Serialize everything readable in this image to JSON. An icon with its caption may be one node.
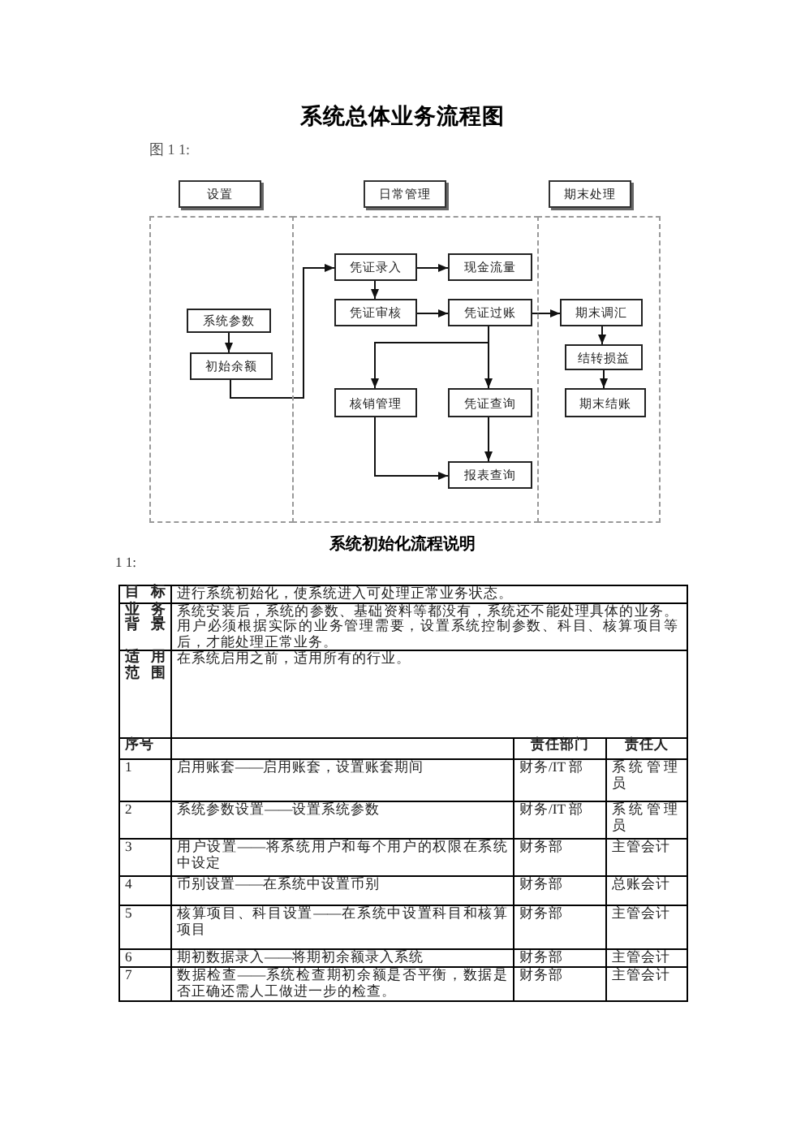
{
  "diagram": {
    "title": "系统总体业务流程图",
    "nodes": [
      {
        "text": [
          "设置"
        ]
      },
      {
        "text": [
          "日常管理"
        ]
      },
      {
        "text": [
          "期末处理"
        ]
      },
      {
        "text": [],
        "shape": "box"
      },
      {
        "text": [
          "系统参数"
        ],
        "in": 3
      },
      {
        "text": [
          "初始余额"
        ],
        "in": 3
      },
      {
        "text": [],
        "shape": "box"
      },
      {
        "text": [
          "凭证录入"
        ],
        "in": 6
      },
      {
        "text": [
          "现金流量"
        ],
        "in": 6
      },
      {
        "text": [
          "凭证审核"
        ],
        "in": 6
      },
      {
        "text": [
          "凭证过账"
        ],
        "in": 6
      },
      {
        "text": [
          "核销管理"
        ],
        "in": 6
      },
      {
        "text": [
          "凭证查询"
        ],
        "in": 6
      },
      {
        "text": [
          "报表查询"
        ],
        "in": 6
      },
      {
        "text": [],
        "shape": "box"
      },
      {
        "text": [
          "期末调汇"
        ],
        "in": 14
      },
      {
        "text": [
          "结转损益"
        ],
        "in": 14
      },
      {
        "text": [
          "期末结账"
        ],
        "in": 14
      }
    ],
    "edges": [
      {
        "from": 4,
        "to": 5,
        "arrow": "to"
      },
      {
        "from": 5,
        "to": 7,
        "arrow": "to"
      },
      {
        "from": 7,
        "to": 8,
        "arrow": "to"
      },
      {
        "from": 7,
        "to": 9,
        "arrow": "to"
      },
      {
        "from": 9,
        "to": 10,
        "arrow": "to"
      },
      {
        "from": 10,
        "to": 15,
        "arrow": "to"
      },
      {
        "from": 10,
        "to": 11,
        "arrow": "to"
      },
      {
        "from": 10,
        "to": 12,
        "arrow": "to"
      },
      {
        "from": 12,
        "to": 13,
        "arrow": "to"
      },
      {
        "from": 11,
        "to": 13,
        "arrow": "to"
      },
      {
        "from": 15,
        "to": 16,
        "arrow": "to"
      },
      {
        "from": 16,
        "to": 17,
        "arrow": "to"
      }
    ],
    "labels": [
      "图 1 1:",
      "系统初始化流程说明",
      "1 1:",
      "目标",
      "进行系统初始化，使系统进入可处理正常业务状态。",
      "业务背景",
      "系统安装后，系统的参数、基础资料等都没有，系统还不能处理具体的业务。用户必须根据实际的业务管理需要，设置系统控制参数、科目、核算项目等后，才能处理正常业务。",
      "适用范围",
      "在系统启用之前，适用所有的行业。",
      "序号",
      "责任部门",
      "责任人",
      "1",
      "启用账套——启用账套，设置账套期间",
      "财务/IT 部",
      "系统管理员",
      "2",
      "系统参数设置——设置系统参数",
      "财务/IT 部",
      "系统管理员",
      "3",
      "用户设置——将系统用户和每个用户的权限在系统中设定",
      "财务部",
      "主管会计",
      "4",
      "币别设置——在系统中设置币别",
      "财务部",
      "总账会计",
      "5",
      "核算项目、科目设置——在系统中设置科目和核算项目",
      "财务部",
      "主管会计",
      "6",
      "期初数据录入——将期初余额录入系统",
      "财务部",
      "主管会计",
      "7",
      "数据检查——系统检查期初余额是否平衡，数据是否正确还需人工做进一步的检查。",
      "财务部",
      "主管会计"
    ]
  }
}
